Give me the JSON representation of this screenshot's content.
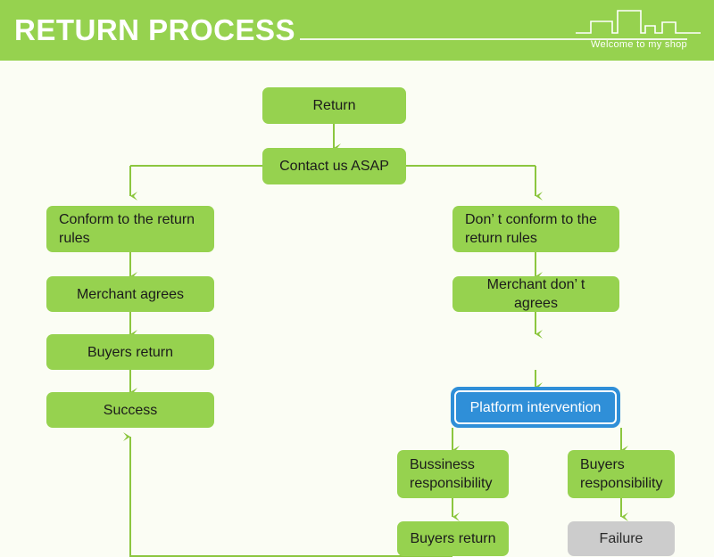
{
  "header": {
    "title": "RETURN PROCESS",
    "tagline": "Welcome to my shop",
    "brand_color": "#96d24f",
    "title_color": "#ffffff",
    "skyline_icon": "city-skyline-icon"
  },
  "page": {
    "background_color": "#fbfdf4",
    "node_color": "#96d24f",
    "highlight_color": "#2f8fd8",
    "failure_color": "#cccccc",
    "connector_color": "#8cc63f"
  },
  "flow": {
    "nodes": [
      {
        "id": "return",
        "label": "Return"
      },
      {
        "id": "contact",
        "label": "Contact us ASAP"
      },
      {
        "id": "conform",
        "label": "Conform to the return rules"
      },
      {
        "id": "merchant-agrees",
        "label": "Merchant agrees"
      },
      {
        "id": "buyers-return-left",
        "label": "Buyers return"
      },
      {
        "id": "success",
        "label": "Success"
      },
      {
        "id": "not-conform",
        "label": "Don’ t conform to the return rules"
      },
      {
        "id": "merchant-refuses",
        "label": "Merchant don’ t agrees"
      },
      {
        "id": "platform",
        "label": "Platform intervention"
      },
      {
        "id": "business-resp",
        "label": "Bussiness responsibility"
      },
      {
        "id": "buyers-return-right",
        "label": "Buyers return"
      },
      {
        "id": "buyers-resp",
        "label": "Buyers responsibility"
      },
      {
        "id": "failure",
        "label": "Failure"
      }
    ]
  }
}
